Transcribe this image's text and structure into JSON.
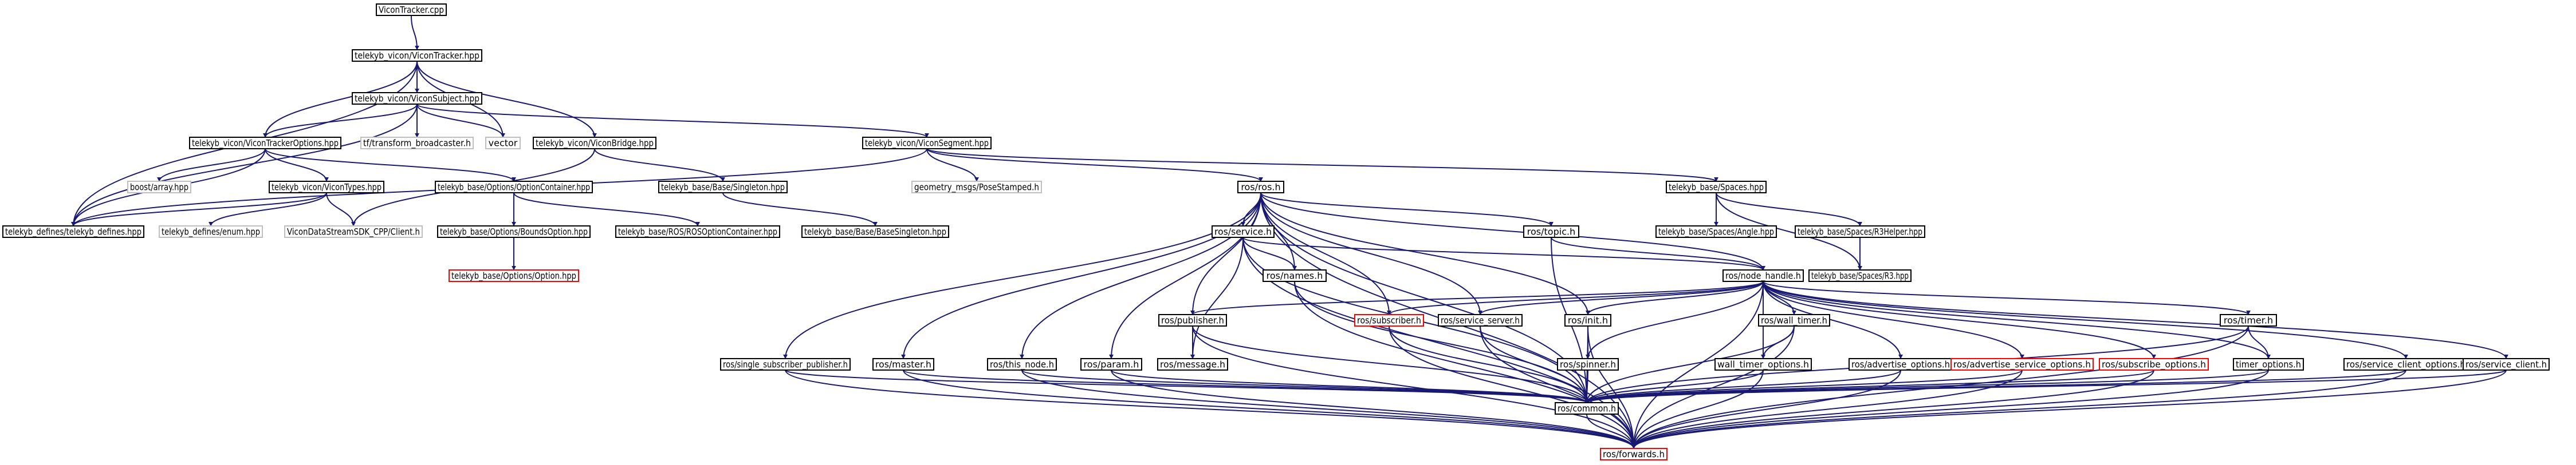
{
  "diagram": {
    "title": "",
    "colors": {
      "edge": "#191970",
      "border_normal": "#000000",
      "border_missing": "#bfbfbf",
      "border_truncated": "#ff0000",
      "root_fill": "#bfbfbf"
    },
    "nodes": [
      {
        "id": "root",
        "label": "ViconTracker.cpp",
        "kind": "root"
      },
      {
        "id": "vicontracker_hpp",
        "label": "telekyb_vicon/ViconTracker.hpp",
        "kind": "normal"
      },
      {
        "id": "vicon_subject",
        "label": "telekyb_vicon/ViconSubject.hpp",
        "kind": "normal"
      },
      {
        "id": "vector",
        "label": "vector",
        "kind": "missing"
      },
      {
        "id": "vicon_bridge",
        "label": "telekyb_vicon/ViconBridge.hpp",
        "kind": "normal"
      },
      {
        "id": "tracker_options",
        "label": "telekyb_vicon/ViconTrackerOptions.hpp",
        "kind": "normal"
      },
      {
        "id": "tf_broadcaster",
        "label": "tf/transform_broadcaster.h",
        "kind": "missing"
      },
      {
        "id": "vicon_segment",
        "label": "telekyb_vicon/ViconSegment.hpp",
        "kind": "normal"
      },
      {
        "id": "boost_array",
        "label": "boost/array.hpp",
        "kind": "missing"
      },
      {
        "id": "vicon_types",
        "label": "telekyb_vicon/ViconTypes.hpp",
        "kind": "normal"
      },
      {
        "id": "option_container",
        "label": "telekyb_base/Options/OptionContainer.hpp",
        "kind": "normal"
      },
      {
        "id": "singleton",
        "label": "telekyb_base/Base/Singleton.hpp",
        "kind": "normal"
      },
      {
        "id": "geom_pose",
        "label": "geometry_msgs/PoseStamped.h",
        "kind": "missing"
      },
      {
        "id": "ros_h",
        "label": "ros/ros.h",
        "kind": "normal"
      },
      {
        "id": "spaces",
        "label": "telekyb_base/Spaces.hpp",
        "kind": "normal"
      },
      {
        "id": "telekyb_defines",
        "label": "telekyb_defines/telekyb_defines.hpp",
        "kind": "normal"
      },
      {
        "id": "defines_enum",
        "label": "telekyb_defines/enum.hpp",
        "kind": "missing"
      },
      {
        "id": "vicon_client",
        "label": "ViconDataStreamSDK_CPP/Client.h",
        "kind": "missing"
      },
      {
        "id": "bounds_option",
        "label": "telekyb_base/Options/BoundsOption.hpp",
        "kind": "normal"
      },
      {
        "id": "ros_option_container",
        "label": "telekyb_base/ROS/ROSOptionContainer.hpp",
        "kind": "normal"
      },
      {
        "id": "base_singleton",
        "label": "telekyb_base/Base/BaseSingleton.hpp",
        "kind": "normal"
      },
      {
        "id": "ros_service",
        "label": "ros/service.h",
        "kind": "normal"
      },
      {
        "id": "ros_topic",
        "label": "ros/topic.h",
        "kind": "normal"
      },
      {
        "id": "spaces_angle",
        "label": "telekyb_base/Spaces/Angle.hpp",
        "kind": "normal"
      },
      {
        "id": "r3helper",
        "label": "telekyb_base/Spaces/R3Helper.hpp",
        "kind": "normal"
      },
      {
        "id": "option_hpp",
        "label": "telekyb_base/Options/Option.hpp",
        "kind": "truncated"
      },
      {
        "id": "ros_names",
        "label": "ros/names.h",
        "kind": "normal"
      },
      {
        "id": "ros_node_handle",
        "label": "ros/node_handle.h",
        "kind": "normal"
      },
      {
        "id": "r3",
        "label": "telekyb_base/Spaces/R3.hpp",
        "kind": "normal"
      },
      {
        "id": "ros_publisher",
        "label": "ros/publisher.h",
        "kind": "normal"
      },
      {
        "id": "ros_subscriber",
        "label": "ros/subscriber.h",
        "kind": "truncated"
      },
      {
        "id": "ros_service_server",
        "label": "ros/service_server.h",
        "kind": "normal"
      },
      {
        "id": "ros_init",
        "label": "ros/init.h",
        "kind": "normal"
      },
      {
        "id": "ros_wall_timer",
        "label": "ros/wall_timer.h",
        "kind": "normal"
      },
      {
        "id": "ros_timer",
        "label": "ros/timer.h",
        "kind": "normal"
      },
      {
        "id": "single_sub_pub",
        "label": "ros/single_subscriber_publisher.h",
        "kind": "normal"
      },
      {
        "id": "ros_master",
        "label": "ros/master.h",
        "kind": "normal"
      },
      {
        "id": "ros_this_node",
        "label": "ros/this_node.h",
        "kind": "normal"
      },
      {
        "id": "ros_param",
        "label": "ros/param.h",
        "kind": "normal"
      },
      {
        "id": "ros_message",
        "label": "ros/message.h",
        "kind": "normal"
      },
      {
        "id": "ros_spinner",
        "label": "ros/spinner.h",
        "kind": "normal"
      },
      {
        "id": "wall_timer_options",
        "label": "wall_timer_options.h",
        "kind": "normal"
      },
      {
        "id": "ros_advertise_options",
        "label": "ros/advertise_options.h",
        "kind": "normal"
      },
      {
        "id": "ros_advertise_service_options",
        "label": "ros/advertise_service_options.h",
        "kind": "truncated"
      },
      {
        "id": "ros_subscribe_options",
        "label": "ros/subscribe_options.h",
        "kind": "truncated"
      },
      {
        "id": "timer_options",
        "label": "timer_options.h",
        "kind": "normal"
      },
      {
        "id": "ros_service_client_options",
        "label": "ros/service_client_options.h",
        "kind": "normal"
      },
      {
        "id": "ros_service_client",
        "label": "ros/service_client.h",
        "kind": "normal"
      },
      {
        "id": "ros_common",
        "label": "ros/common.h",
        "kind": "normal"
      },
      {
        "id": "ros_forwards",
        "label": "ros/forwards.h",
        "kind": "truncated"
      }
    ],
    "edges": [
      [
        "root",
        "vicontracker_hpp"
      ],
      [
        "vicontracker_hpp",
        "vicon_subject"
      ],
      [
        "vicontracker_hpp",
        "vicon_bridge"
      ],
      [
        "vicontracker_hpp",
        "tracker_options"
      ],
      [
        "vicontracker_hpp",
        "vector"
      ],
      [
        "vicontracker_hpp",
        "telekyb_defines"
      ],
      [
        "vicon_subject",
        "tracker_options"
      ],
      [
        "vicon_subject",
        "tf_broadcaster"
      ],
      [
        "vicon_subject",
        "vicon_segment"
      ],
      [
        "vicon_subject",
        "vector"
      ],
      [
        "vicon_subject",
        "telekyb_defines"
      ],
      [
        "vicon_bridge",
        "singleton"
      ],
      [
        "vicon_bridge",
        "vicon_client"
      ],
      [
        "tracker_options",
        "boost_array"
      ],
      [
        "tracker_options",
        "vicon_types"
      ],
      [
        "tracker_options",
        "option_container"
      ],
      [
        "tracker_options",
        "telekyb_defines"
      ],
      [
        "vicon_segment",
        "geom_pose"
      ],
      [
        "vicon_segment",
        "ros_h"
      ],
      [
        "vicon_segment",
        "spaces"
      ],
      [
        "vicon_segment",
        "telekyb_defines"
      ],
      [
        "vicon_types",
        "telekyb_defines"
      ],
      [
        "vicon_types",
        "defines_enum"
      ],
      [
        "vicon_types",
        "vicon_client"
      ],
      [
        "option_container",
        "bounds_option"
      ],
      [
        "option_container",
        "ros_option_container"
      ],
      [
        "singleton",
        "base_singleton"
      ],
      [
        "bounds_option",
        "option_hpp"
      ],
      [
        "spaces",
        "spaces_angle"
      ],
      [
        "spaces",
        "r3helper"
      ],
      [
        "spaces",
        "r3"
      ],
      [
        "r3helper",
        "r3"
      ],
      [
        "ros_h",
        "ros_service"
      ],
      [
        "ros_h",
        "ros_topic"
      ],
      [
        "ros_h",
        "ros_names"
      ],
      [
        "ros_h",
        "ros_node_handle"
      ],
      [
        "ros_h",
        "ros_publisher"
      ],
      [
        "ros_h",
        "ros_subscriber"
      ],
      [
        "ros_h",
        "ros_service_server"
      ],
      [
        "ros_h",
        "ros_init"
      ],
      [
        "ros_h",
        "single_sub_pub"
      ],
      [
        "ros_h",
        "ros_master"
      ],
      [
        "ros_h",
        "ros_this_node"
      ],
      [
        "ros_h",
        "ros_param"
      ],
      [
        "ros_h",
        "ros_common"
      ],
      [
        "ros_h",
        "ros_forwards"
      ],
      [
        "ros_service",
        "ros_names"
      ],
      [
        "ros_service",
        "ros_node_handle"
      ],
      [
        "ros_service",
        "ros_message"
      ],
      [
        "ros_service",
        "ros_common"
      ],
      [
        "ros_service",
        "ros_forwards"
      ],
      [
        "ros_topic",
        "ros_node_handle"
      ],
      [
        "ros_topic",
        "ros_common"
      ],
      [
        "ros_names",
        "ros_common"
      ],
      [
        "ros_names",
        "ros_forwards"
      ],
      [
        "ros_node_handle",
        "ros_publisher"
      ],
      [
        "ros_node_handle",
        "ros_subscriber"
      ],
      [
        "ros_node_handle",
        "ros_service_server"
      ],
      [
        "ros_node_handle",
        "ros_init"
      ],
      [
        "ros_node_handle",
        "ros_wall_timer"
      ],
      [
        "ros_node_handle",
        "ros_timer"
      ],
      [
        "ros_node_handle",
        "ros_spinner"
      ],
      [
        "ros_node_handle",
        "wall_timer_options"
      ],
      [
        "ros_node_handle",
        "ros_advertise_options"
      ],
      [
        "ros_node_handle",
        "ros_advertise_service_options"
      ],
      [
        "ros_node_handle",
        "ros_subscribe_options"
      ],
      [
        "ros_node_handle",
        "timer_options"
      ],
      [
        "ros_node_handle",
        "ros_service_client_options"
      ],
      [
        "ros_node_handle",
        "ros_service_client"
      ],
      [
        "ros_node_handle",
        "ros_forwards"
      ],
      [
        "ros_publisher",
        "ros_message"
      ],
      [
        "ros_publisher",
        "ros_common"
      ],
      [
        "ros_publisher",
        "ros_forwards"
      ],
      [
        "ros_subscriber",
        "ros_common"
      ],
      [
        "ros_subscriber",
        "ros_forwards"
      ],
      [
        "ros_service_server",
        "ros_common"
      ],
      [
        "ros_service_server",
        "ros_forwards"
      ],
      [
        "ros_init",
        "ros_spinner"
      ],
      [
        "ros_init",
        "ros_common"
      ],
      [
        "ros_init",
        "ros_forwards"
      ],
      [
        "ros_wall_timer",
        "wall_timer_options"
      ],
      [
        "ros_wall_timer",
        "ros_common"
      ],
      [
        "ros_wall_timer",
        "ros_forwards"
      ],
      [
        "ros_timer",
        "timer_options"
      ],
      [
        "ros_timer",
        "ros_common"
      ],
      [
        "ros_timer",
        "ros_forwards"
      ],
      [
        "single_sub_pub",
        "ros_common"
      ],
      [
        "single_sub_pub",
        "ros_forwards"
      ],
      [
        "ros_master",
        "ros_common"
      ],
      [
        "ros_master",
        "ros_forwards"
      ],
      [
        "ros_this_node",
        "ros_common"
      ],
      [
        "ros_this_node",
        "ros_forwards"
      ],
      [
        "ros_param",
        "ros_common"
      ],
      [
        "ros_param",
        "ros_forwards"
      ],
      [
        "ros_spinner",
        "ros_common"
      ],
      [
        "wall_timer_options",
        "ros_common"
      ],
      [
        "wall_timer_options",
        "ros_forwards"
      ],
      [
        "ros_advertise_options",
        "ros_common"
      ],
      [
        "ros_advertise_options",
        "ros_forwards"
      ],
      [
        "ros_advertise_service_options",
        "ros_common"
      ],
      [
        "ros_advertise_service_options",
        "ros_forwards"
      ],
      [
        "ros_subscribe_options",
        "ros_common"
      ],
      [
        "ros_subscribe_options",
        "ros_forwards"
      ],
      [
        "timer_options",
        "ros_common"
      ],
      [
        "timer_options",
        "ros_forwards"
      ],
      [
        "ros_service_client_options",
        "ros_common"
      ],
      [
        "ros_service_client_options",
        "ros_forwards"
      ],
      [
        "ros_service_client",
        "ros_common"
      ],
      [
        "ros_service_client",
        "ros_forwards"
      ],
      [
        "ros_common",
        "ros_forwards"
      ]
    ]
  }
}
